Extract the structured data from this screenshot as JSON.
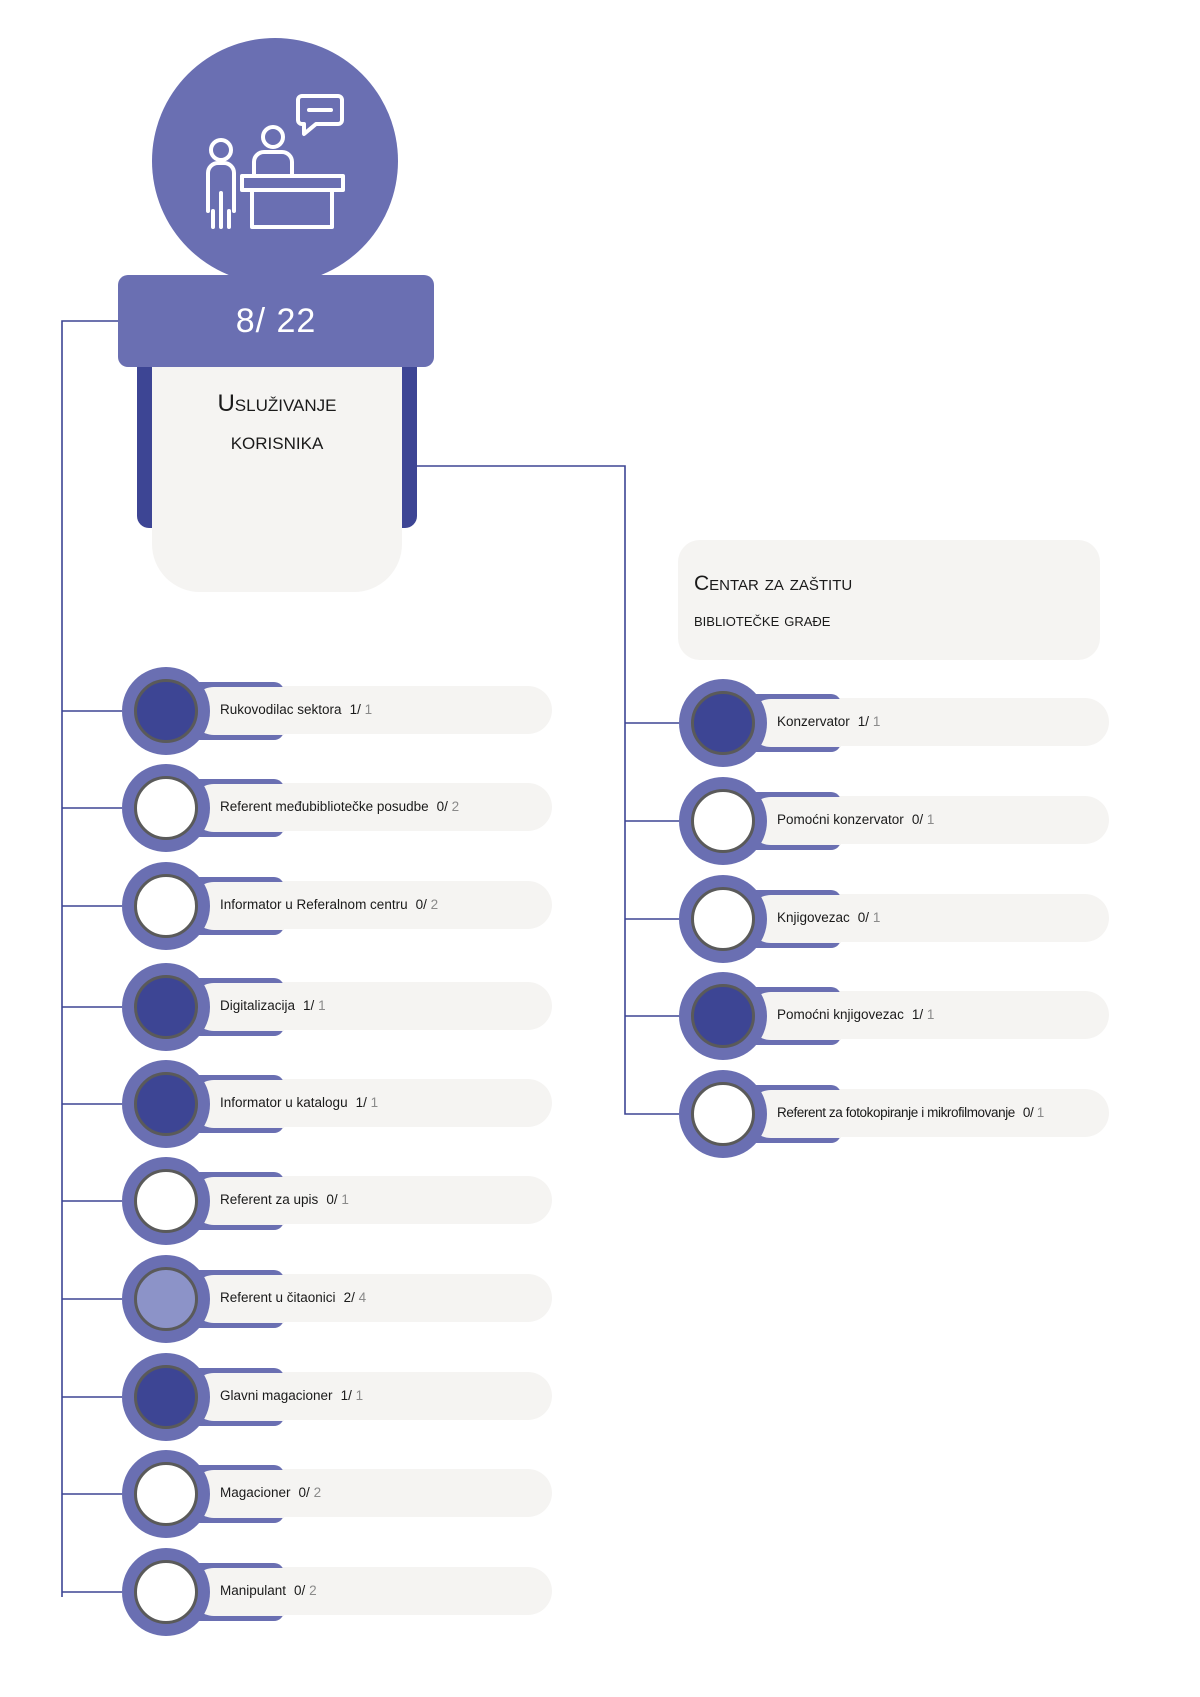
{
  "header": {
    "icon": "reception-desk-icon",
    "count": "8/ 22",
    "title_line1": "Usluživanje",
    "title_line2": "korisnika"
  },
  "section": {
    "title_line1": "Centar za zaštitu",
    "title_line2": "bibliotečke građe"
  },
  "colors": {
    "accent": "#6a6fb2",
    "filled": "#3d4594",
    "partial": "#8c93c8",
    "empty": "#ffffff",
    "card": "#f5f4f2",
    "line": "#3d4594"
  },
  "left_items": [
    {
      "label": "Rukovodilac sektora",
      "filled": "1/",
      "total": "1",
      "fill": 1.0
    },
    {
      "label": "Referent međubibliotečke posudbe",
      "filled": "0/",
      "total": "2",
      "fill": 0.0
    },
    {
      "label": "Informator u Referalnom centru",
      "filled": "0/",
      "total": "2",
      "fill": 0.0
    },
    {
      "label": "Digitalizacija",
      "filled": "1/",
      "total": "1",
      "fill": 1.0
    },
    {
      "label": "Informator u katalogu",
      "filled": "1/",
      "total": "1",
      "fill": 1.0
    },
    {
      "label": "Referent za upis",
      "filled": "0/",
      "total": "1",
      "fill": 0.0
    },
    {
      "label": "Referent u čitaonici",
      "filled": "2/",
      "total": "4",
      "fill": 0.5
    },
    {
      "label": "Glavni magacioner",
      "filled": "1/",
      "total": "1",
      "fill": 1.0
    },
    {
      "label": "Magacioner",
      "filled": "0/",
      "total": "2",
      "fill": 0.0
    },
    {
      "label": "Manipulant",
      "filled": "0/",
      "total": "2",
      "fill": 0.0
    }
  ],
  "right_items": [
    {
      "label": "Konzervator",
      "filled": "1/",
      "total": "1",
      "fill": 1.0
    },
    {
      "label": "Pomoćni konzervator",
      "filled": "0/",
      "total": "1",
      "fill": 0.0
    },
    {
      "label": "Knjigovezac",
      "filled": "0/",
      "total": "1",
      "fill": 0.0
    },
    {
      "label": "Pomoćni knjigovezac",
      "filled": "1/",
      "total": "1",
      "fill": 1.0
    },
    {
      "label": "Referent za fotokopiranje i mikrofilmovanje",
      "filled": "0/",
      "total": "1",
      "fill": 0.0
    }
  ]
}
